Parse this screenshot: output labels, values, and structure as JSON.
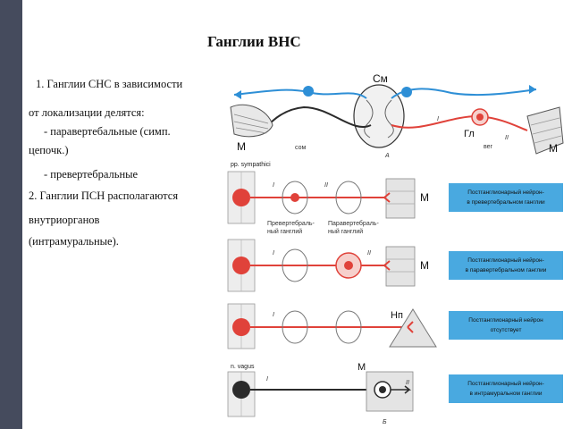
{
  "slide": {
    "title": "Ганглии ВНС",
    "lines": [
      "1. Ганглии СНС в зависимости",
      "от локализации делятся:",
      "- паравертебальные (симп.",
      "цепочк.)",
      "- превертебральные",
      "2. Ганглии ПСН располагаются",
      "внутриорганов",
      "(интрамуральные)."
    ]
  },
  "figure": {
    "top": {
      "label_cm": "См",
      "label_m_left": "М",
      "label_m_right": "М",
      "label_gl": "Гл",
      "label_som": "сом",
      "label_veg": "вег",
      "label_i": "I",
      "label_ii": "II",
      "label_a": "А"
    },
    "rows": [
      {
        "caption": "pp. sympathici",
        "nerve_i": "I",
        "nerve_ii": "II",
        "organ": "М",
        "box": "Постганглионарный нейрон - в превертебральном ганглии",
        "pre_label": "Превертебраль-\nный ганглий",
        "para_label": "Паравертебраль-\nный ганглий"
      },
      {
        "nerve_i": "I",
        "nerve_ii": "II",
        "organ": "М",
        "box": "Постганглионарный нейрон - в паравертебральном ганглии"
      },
      {
        "nerve_i": "I",
        "organ": "Нп",
        "box": "Постганглионарный нейрон отсутствует"
      },
      {
        "caption": "n. vagus",
        "nerve_i": "I",
        "nerve_ii": "II",
        "organ": "М",
        "box": "Постганглионарный нейрон - в интрамуральном ганглии",
        "bottom_label": "Б"
      }
    ],
    "colors": {
      "red": "#e0423a",
      "blue": "#2e8fd6",
      "box": "#49a9e0",
      "dark": "#2b2b2b"
    }
  }
}
